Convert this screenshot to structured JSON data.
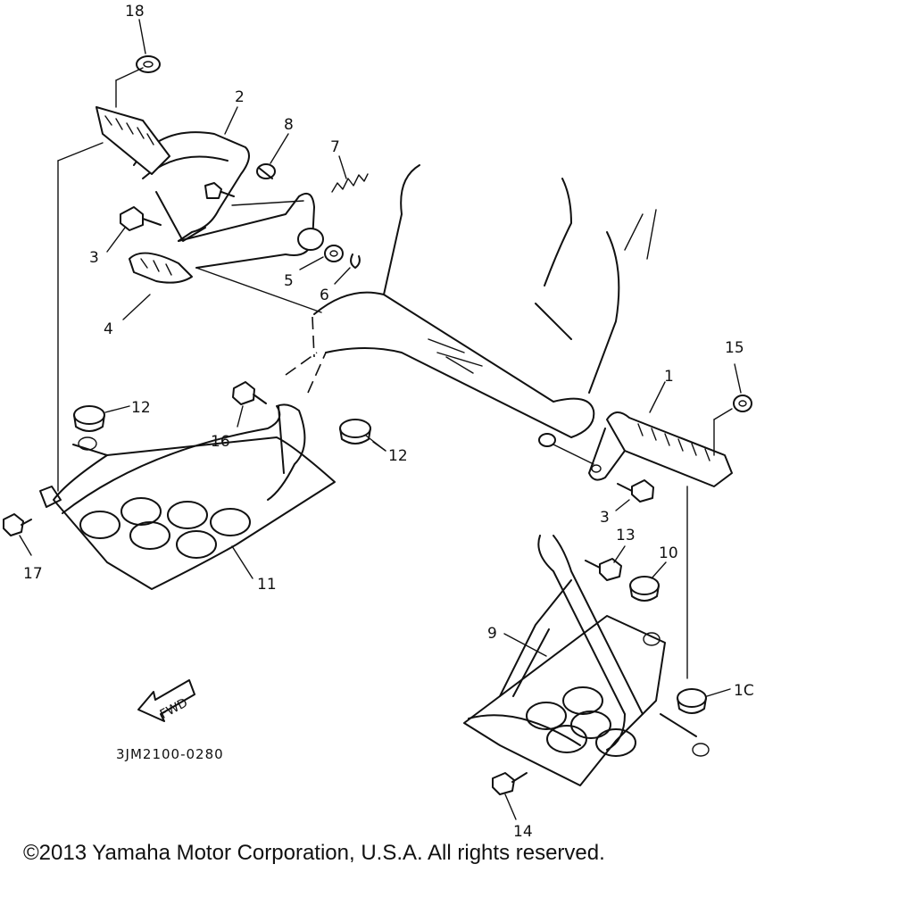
{
  "diagram": {
    "callouts": {
      "c1": "1",
      "c2": "2",
      "c3a": "3",
      "c3b": "3",
      "c4": "4",
      "c5": "5",
      "c6": "6",
      "c7": "7",
      "c8": "8",
      "c9": "9",
      "c10a": "10",
      "c10b": "1C",
      "c11": "11",
      "c12a": "12",
      "c12b": "12",
      "c13": "13",
      "c14": "14",
      "c15": "15",
      "c16": "16",
      "c17": "17",
      "c18": "18"
    },
    "fwd_label": "FWD",
    "drawing_code": "3JM2100-0280"
  },
  "footer": {
    "copyright": "©2013 Yamaha Motor Corporation, U.S.A. All rights reserved."
  }
}
